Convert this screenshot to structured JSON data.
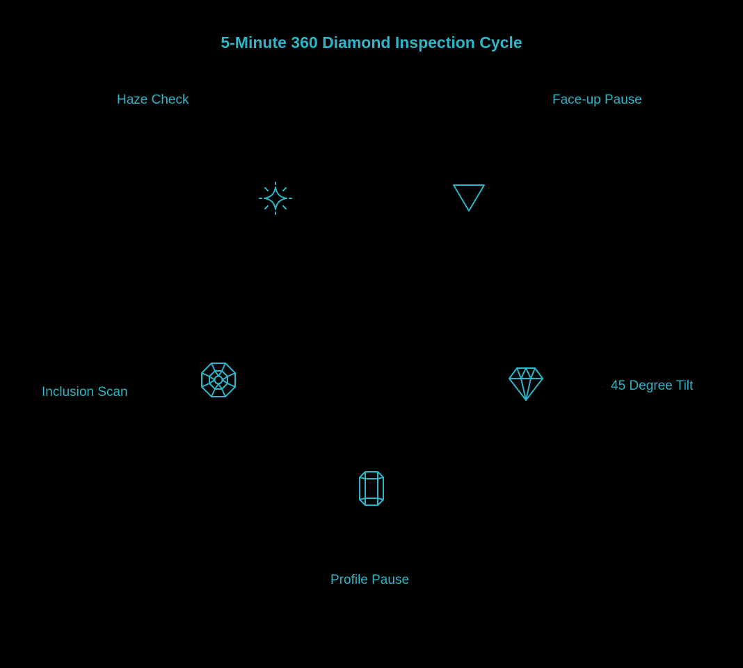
{
  "title": "5-Minute 360 Diamond Inspection Cycle",
  "colors": {
    "background": "#000000",
    "accent": "#2bb6c9"
  },
  "steps": [
    {
      "label": "Face-up Pause",
      "icon": "inverted-triangle-icon"
    },
    {
      "label": "45 Degree Tilt",
      "icon": "diamond-gem-icon"
    },
    {
      "label": "Profile Pause",
      "icon": "emerald-cut-icon"
    },
    {
      "label": "Inclusion Scan",
      "icon": "octagon-facet-icon"
    },
    {
      "label": "Haze Check",
      "icon": "sparkle-icon"
    }
  ]
}
